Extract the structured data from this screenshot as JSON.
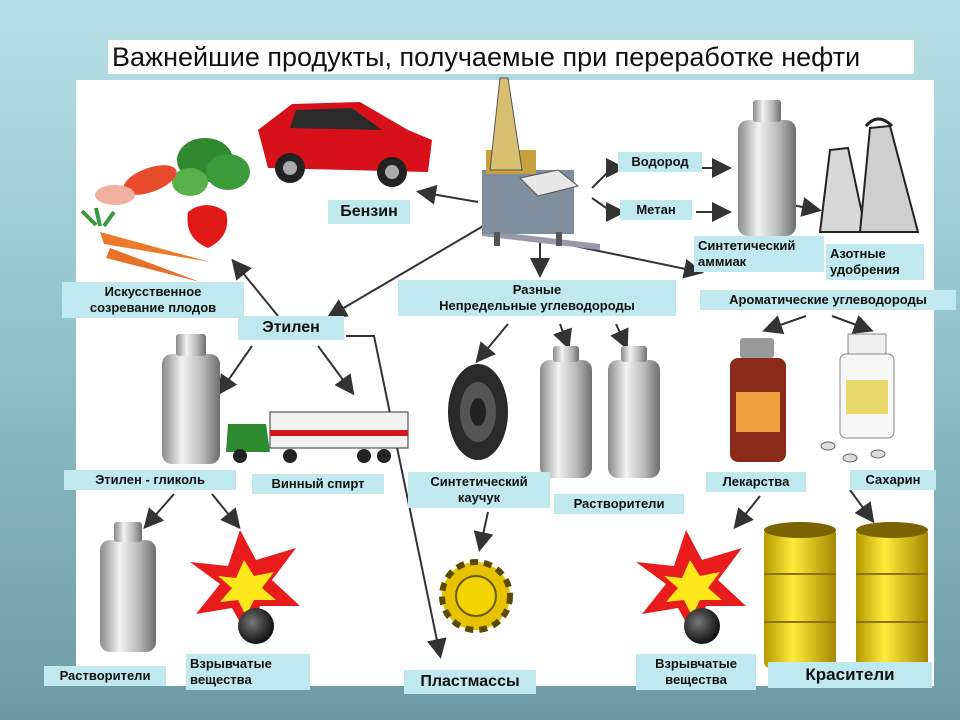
{
  "title": "Важнейшие продукты, получаемые при переработке нефти",
  "colors": {
    "label_bg": "#bfe9ef",
    "arrow": "#333333",
    "background": "#9fcbd3"
  },
  "icons": [
    "car-icon",
    "vegetables-icon",
    "oil-platform-icon",
    "cylinder-icon",
    "fertilizer-bags-icon",
    "tire-icon",
    "truck-icon",
    "explosion-icon",
    "gear-icon",
    "medicine-bottle-icon",
    "pill-bottle-icon",
    "barrel-icon"
  ],
  "labels": {
    "benzin": "Бензин",
    "vodorod": "Водород",
    "metan": "Метан",
    "ammiak": "Синтетический\nаммиак",
    "azot": "Азотные\nудобрения",
    "ripening": "Искусственное\nсозревание плодов",
    "razn": "Разные\nНепредельные  углеводороды",
    "aromatic": "Ароматические углеводороды",
    "etilen": "Этилен",
    "glikol": "Этилен - гликоль",
    "spirt": "Винный спирт",
    "kauchuk": "Синтетический\nкаучук",
    "rastvor_mid": "Растворители",
    "lekarstva": "Лекарства",
    "saharin": "Сахарин",
    "rastvor_left": "Растворители",
    "vzryv_left": "Взрывчатые\nвещества",
    "plastmassy": "Пластмассы",
    "vzryv_right": "Взрывчатые\nвещества",
    "krasiteli": "Красители"
  }
}
